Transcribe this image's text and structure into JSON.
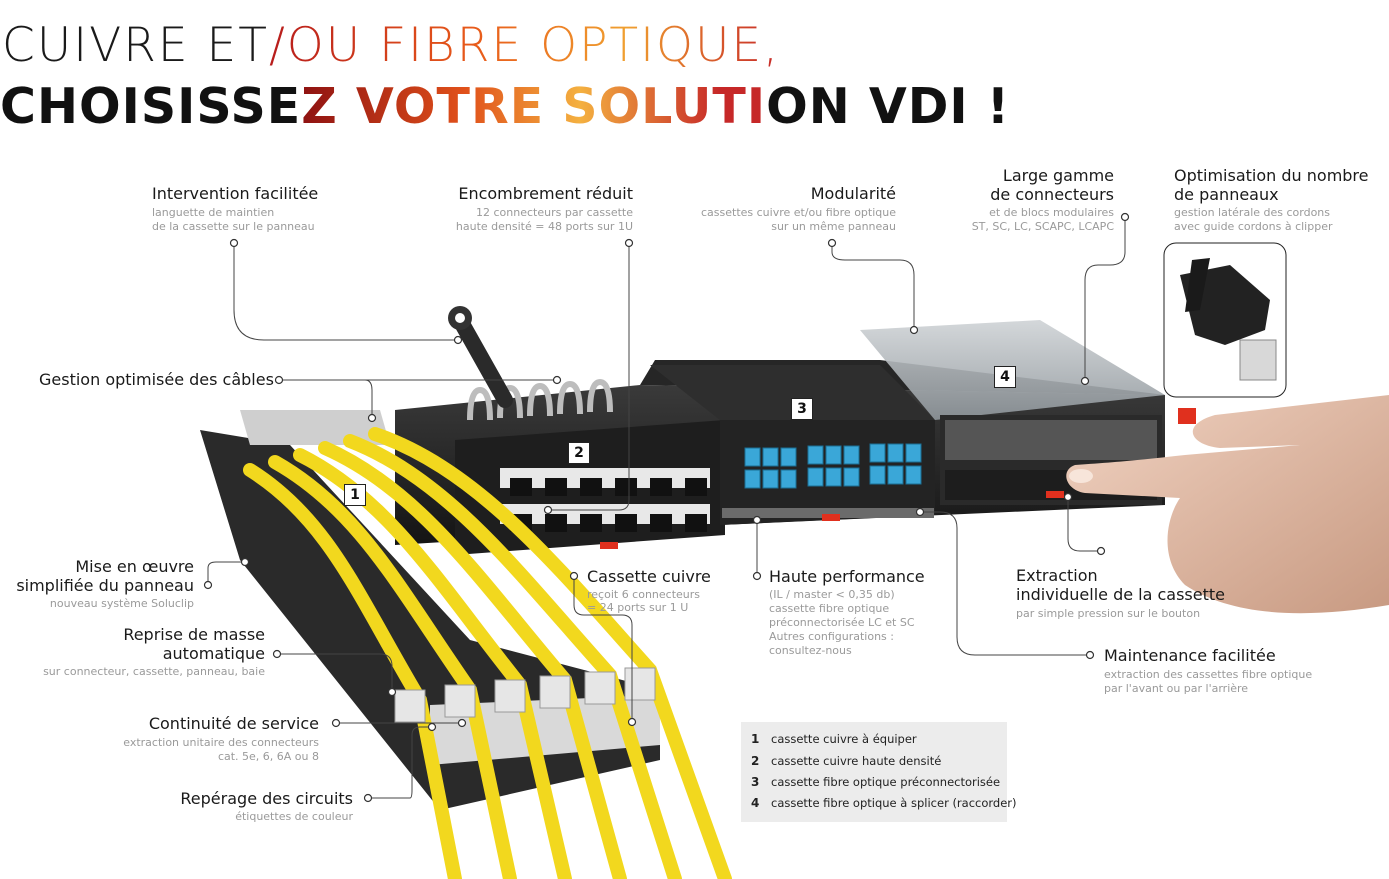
{
  "title": {
    "line1_prefix": "CUIVRE ET",
    "line1_hot": "/OU FIBRE OPTIQUE,",
    "line2_prefix": "CHOISISSE",
    "line2_hot": "Z VOTRE SOLUTI",
    "line2_suffix": "ON VDI !"
  },
  "callouts": {
    "intervention": {
      "title": "Intervention facilitée",
      "sub1": "languette de maintien",
      "sub2": "de la cassette sur le panneau"
    },
    "encombrement": {
      "title": "Encombrement réduit",
      "sub1": "12 connecteurs par cassette",
      "sub2": "haute densité = 48 ports sur 1U"
    },
    "modularite": {
      "title": "Modularité",
      "sub1": "cassettes cuivre et/ou fibre optique",
      "sub2": "sur un même panneau"
    },
    "gamme": {
      "title1": "Large gamme",
      "title2": "de connecteurs",
      "sub1": "et de blocs modulaires",
      "sub2": "ST, SC, LC, SCAPC, LCAPC"
    },
    "optimisation": {
      "title1": "Optimisation du nombre",
      "title2": "de panneaux",
      "sub1": "gestion latérale des cordons",
      "sub2": "avec guide cordons à clipper"
    },
    "gestion": {
      "title": "Gestion optimisée des câbles"
    },
    "mise": {
      "title1": "Mise en œuvre",
      "title2": "simplifiée du panneau",
      "sub1": "nouveau système Soluclip"
    },
    "reprise": {
      "title1": "Reprise de masse",
      "title2": "automatique",
      "sub1": "sur connecteur, cassette, panneau, baie"
    },
    "continuite": {
      "title": "Continuité de service",
      "sub1": "extraction unitaire des connecteurs",
      "sub2": "cat. 5e, 6, 6A ou 8"
    },
    "reperage": {
      "title": "Repérage des circuits",
      "sub1": "étiquettes de couleur"
    },
    "cassette": {
      "title": "Cassette cuivre",
      "sub1": "reçoit  6 connecteurs",
      "sub2": "= 24 ports sur 1 U"
    },
    "performance": {
      "title": "Haute performance",
      "sub1": "(IL / master < 0,35 db)",
      "sub2": "cassette fibre optique",
      "sub3": "préconnectorisée LC et SC",
      "sub4": "Autres configurations :",
      "sub5": "consultez-nous"
    },
    "extraction": {
      "title1": "Extraction",
      "title2": "individuelle de la cassette",
      "sub1": "par simple pression sur le bouton"
    },
    "maintenance": {
      "title": "Maintenance facilitée",
      "sub1": "extraction des cassettes fibre optique",
      "sub2": "par l'avant ou par l'arrière"
    }
  },
  "markers": [
    "1",
    "2",
    "3",
    "4"
  ],
  "legend": [
    {
      "num": "1",
      "text": "cassette cuivre à équiper"
    },
    {
      "num": "2",
      "text": "cassette cuivre haute densité"
    },
    {
      "num": "3",
      "text": "cassette fibre optique préconnectorisée"
    },
    {
      "num": "4",
      "text": "cassette fibre optique à splicer (raccorder)"
    }
  ],
  "colors": {
    "cable": "#f2d81e",
    "fiber_port": "#3aa7d8",
    "panel": "#2a2a2a",
    "accent": "#e0301e"
  }
}
